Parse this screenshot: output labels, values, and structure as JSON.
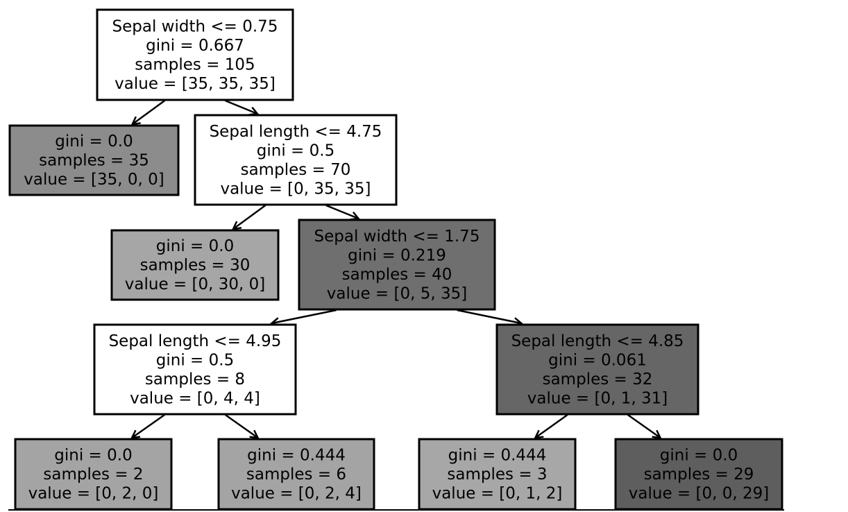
{
  "nodes": [
    {
      "id": "n0",
      "lines": [
        "Sepal width <= 0.75",
        "gini = 0.667",
        "samples = 105",
        "value = [35, 35, 35]"
      ],
      "fill": "#ffffff"
    },
    {
      "id": "n1",
      "lines": [
        "gini = 0.0",
        "samples = 35",
        "value = [35, 0, 0]"
      ],
      "fill": "#8c8c8c"
    },
    {
      "id": "n2",
      "lines": [
        "Sepal length <= 4.75",
        "gini = 0.5",
        "samples = 70",
        "value = [0, 35, 35]"
      ],
      "fill": "#ffffff"
    },
    {
      "id": "n3",
      "lines": [
        "gini = 0.0",
        "samples = 30",
        "value = [0, 30, 0]"
      ],
      "fill": "#a6a6a6"
    },
    {
      "id": "n4",
      "lines": [
        "Sepal width <= 1.75",
        "gini = 0.219",
        "samples = 40",
        "value = [0, 5, 35]"
      ],
      "fill": "#6f6f6f"
    },
    {
      "id": "n5",
      "lines": [
        "Sepal length <= 4.95",
        "gini = 0.5",
        "samples = 8",
        "value = [0, 4, 4]"
      ],
      "fill": "#ffffff"
    },
    {
      "id": "n6",
      "lines": [
        "Sepal length <= 4.85",
        "gini = 0.061",
        "samples = 32",
        "value = [0, 1, 31]"
      ],
      "fill": "#666666"
    },
    {
      "id": "n7",
      "lines": [
        "gini = 0.0",
        "samples = 2",
        "value = [0, 2, 0]"
      ],
      "fill": "#a4a4a4"
    },
    {
      "id": "n8",
      "lines": [
        "gini = 0.444",
        "samples = 6",
        "value = [0, 2, 4]"
      ],
      "fill": "#a4a4a4"
    },
    {
      "id": "n9",
      "lines": [
        "gini = 0.444",
        "samples = 3",
        "value = [0, 1, 2]"
      ],
      "fill": "#a7a7a7"
    },
    {
      "id": "n10",
      "lines": [
        "gini = 0.0",
        "samples = 29",
        "value = [0, 0, 29]"
      ],
      "fill": "#5e5e5e"
    }
  ],
  "edges": [
    [
      "n0",
      "n1"
    ],
    [
      "n0",
      "n2"
    ],
    [
      "n2",
      "n3"
    ],
    [
      "n2",
      "n4"
    ],
    [
      "n4",
      "n5"
    ],
    [
      "n4",
      "n6"
    ],
    [
      "n5",
      "n7"
    ],
    [
      "n5",
      "n8"
    ],
    [
      "n6",
      "n9"
    ],
    [
      "n6",
      "n10"
    ]
  ]
}
